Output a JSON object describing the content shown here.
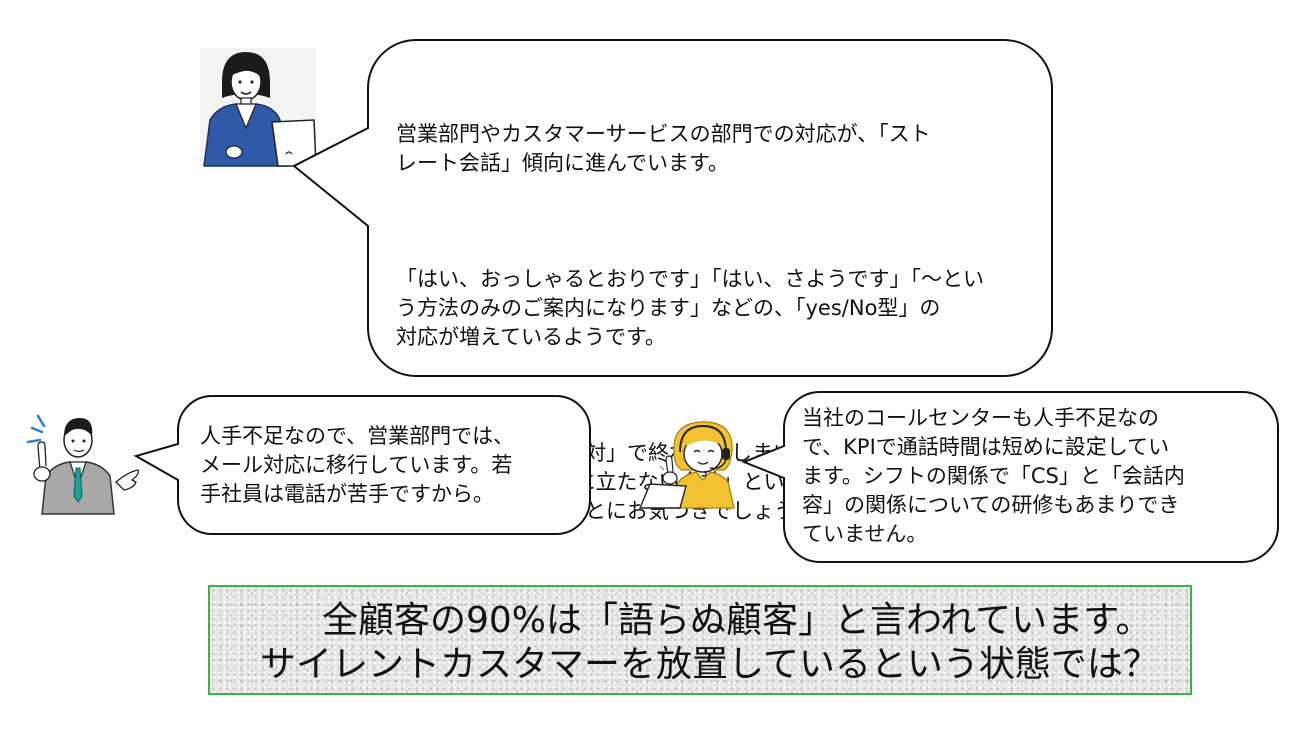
{
  "top_bubble": {
    "paragraphs": [
      "営業部門やカスタマーサービスの部門での対応が、「スト\nレート会話」傾向に進んでいます。",
      "「はい、おっしゃるとおりです」「はい、さようです」「～とい\nう方法のみのご案内になります」などの、「yes/No型」の\n対応が増えているようです。",
      "「顧客対応」が「応対」で終わってしまい、「AI自動対応より\nも感じが悪い」「役に立たない会社」というジャッジをお客\n様から受けていることにお気づきでしょうか？"
    ]
  },
  "left_bubble": {
    "text": "人手不足なので、営業部門では、\nメール対応に移行しています。若\n手社員は電話が苦手ですから。"
  },
  "right_bubble": {
    "text": "当社のコールセンターも人手不足なの\nで、KPIで通話時間は短めに設定してい\nます。シフトの関係で「CS」と「会話内\n容」の関係についての研修もあまりでき\nていません。"
  },
  "banner": {
    "line1": "全顧客の90%は「語らぬ顧客」と言われています。",
    "line2": "サイレントカスタマーを放置しているという状態では？",
    "border_color": "#3cb34a"
  },
  "colors": {
    "woman_jacket": "#2e5aa8",
    "man_tie": "#1aa39a",
    "operator_hair": "#f2c230",
    "operator_shirt": "#f2c230"
  }
}
